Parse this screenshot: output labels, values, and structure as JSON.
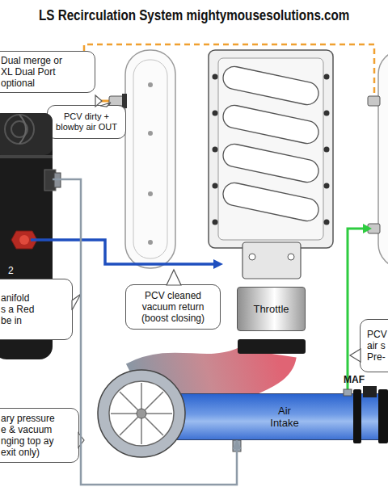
{
  "diagram": {
    "title": "LS Recirculation System mightymousesolutions.com",
    "nodes": [
      {
        "text": [
          "Dual merge or XL Dual Port optional"
        ]
      },
      {
        "text": [
          "PCV dirty + blowby air OUT"
        ]
      },
      {
        "text": [
          "2"
        ]
      },
      {
        "text": [
          "anifold s a Red be in"
        ]
      },
      {
        "text": [
          "PCV cleaned vacuum return (boost closing)"
        ]
      },
      {
        "text": [
          "Throttle"
        ]
      },
      {
        "text": [
          "PCV air s Pre-"
        ]
      },
      {
        "text": [
          "Air Intake"
        ]
      },
      {
        "text": [
          "ary pressure e & vacuum nging top ay exit only)"
        ]
      }
    ],
    "edges": [
      {
        "from": 2,
        "to": 7,
        "arrow": "to"
      }
    ],
    "labels": [
      "MAF"
    ]
  }
}
